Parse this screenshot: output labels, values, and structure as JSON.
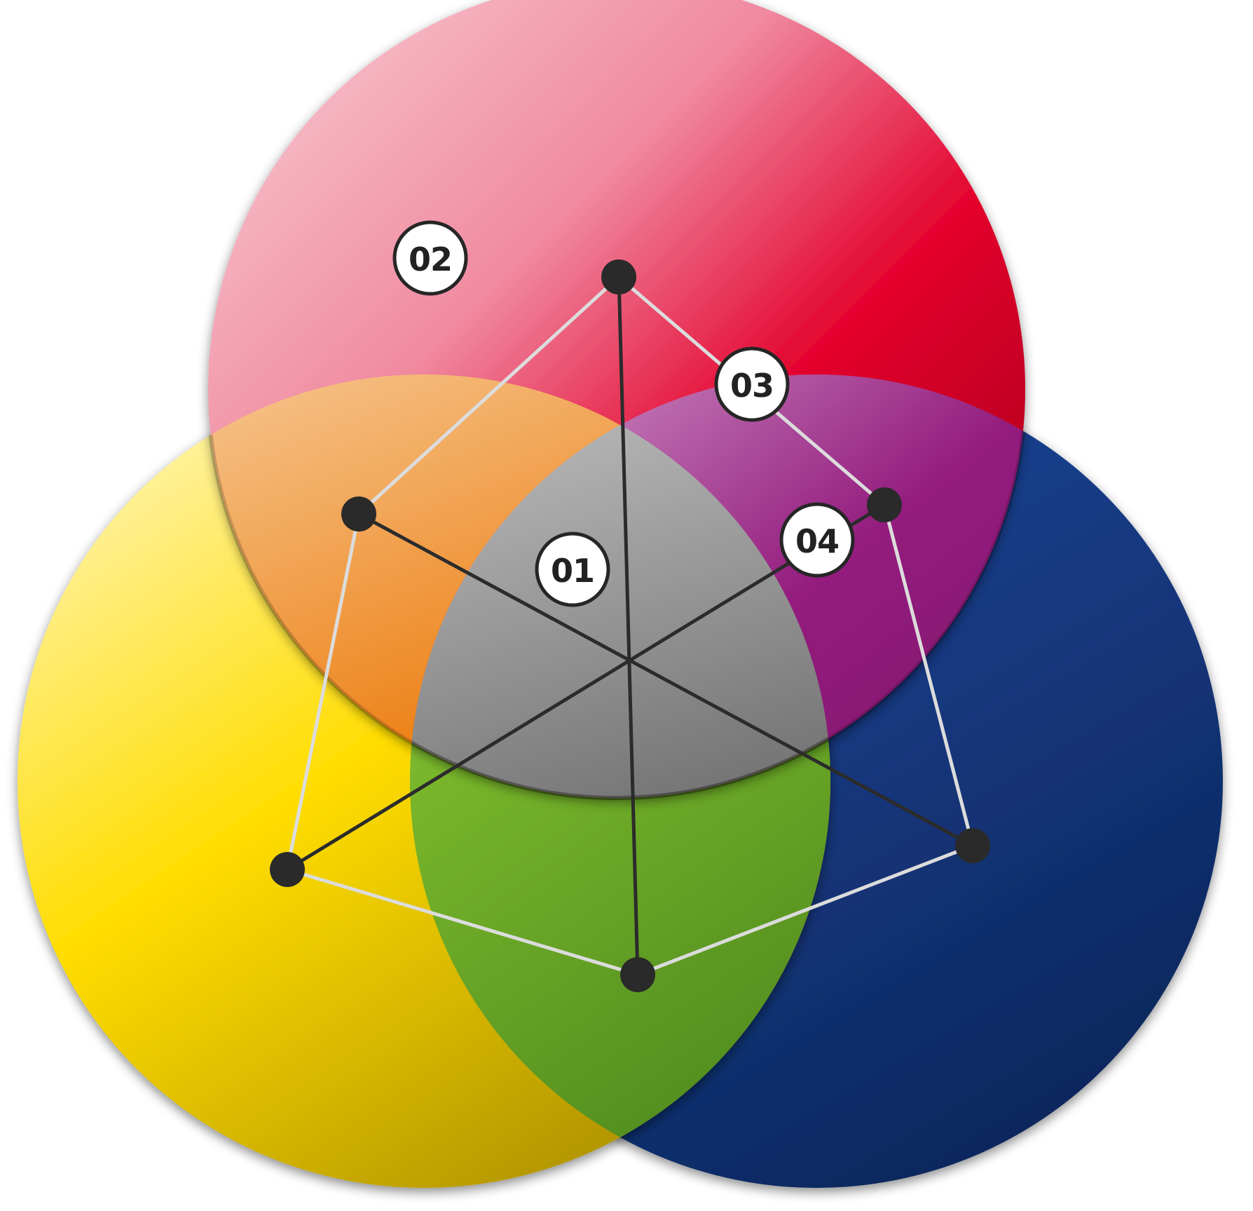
{
  "diagram": {
    "type": "three-circle-venn",
    "circles": [
      {
        "id": "red",
        "name": "red-circle",
        "color": "#e5002e"
      },
      {
        "id": "yellow",
        "name": "yellow-circle",
        "color": "#ffd700"
      },
      {
        "id": "blue",
        "name": "blue-circle",
        "color": "#12337f"
      }
    ],
    "overlap_colors": {
      "red_yellow": "#e87a00",
      "red_blue": "#8a1a7a",
      "yellow_blue": "#6aa82a",
      "center": "#6f6f6f"
    },
    "badges": [
      {
        "id": "badge-01",
        "label": "01"
      },
      {
        "id": "badge-02",
        "label": "02"
      },
      {
        "id": "badge-03",
        "label": "03"
      },
      {
        "id": "badge-04",
        "label": "04"
      }
    ],
    "hub_lines": 3,
    "network_nodes": 6,
    "line_color_dark": "#2a2a2a",
    "line_color_light": "#dddddd"
  }
}
